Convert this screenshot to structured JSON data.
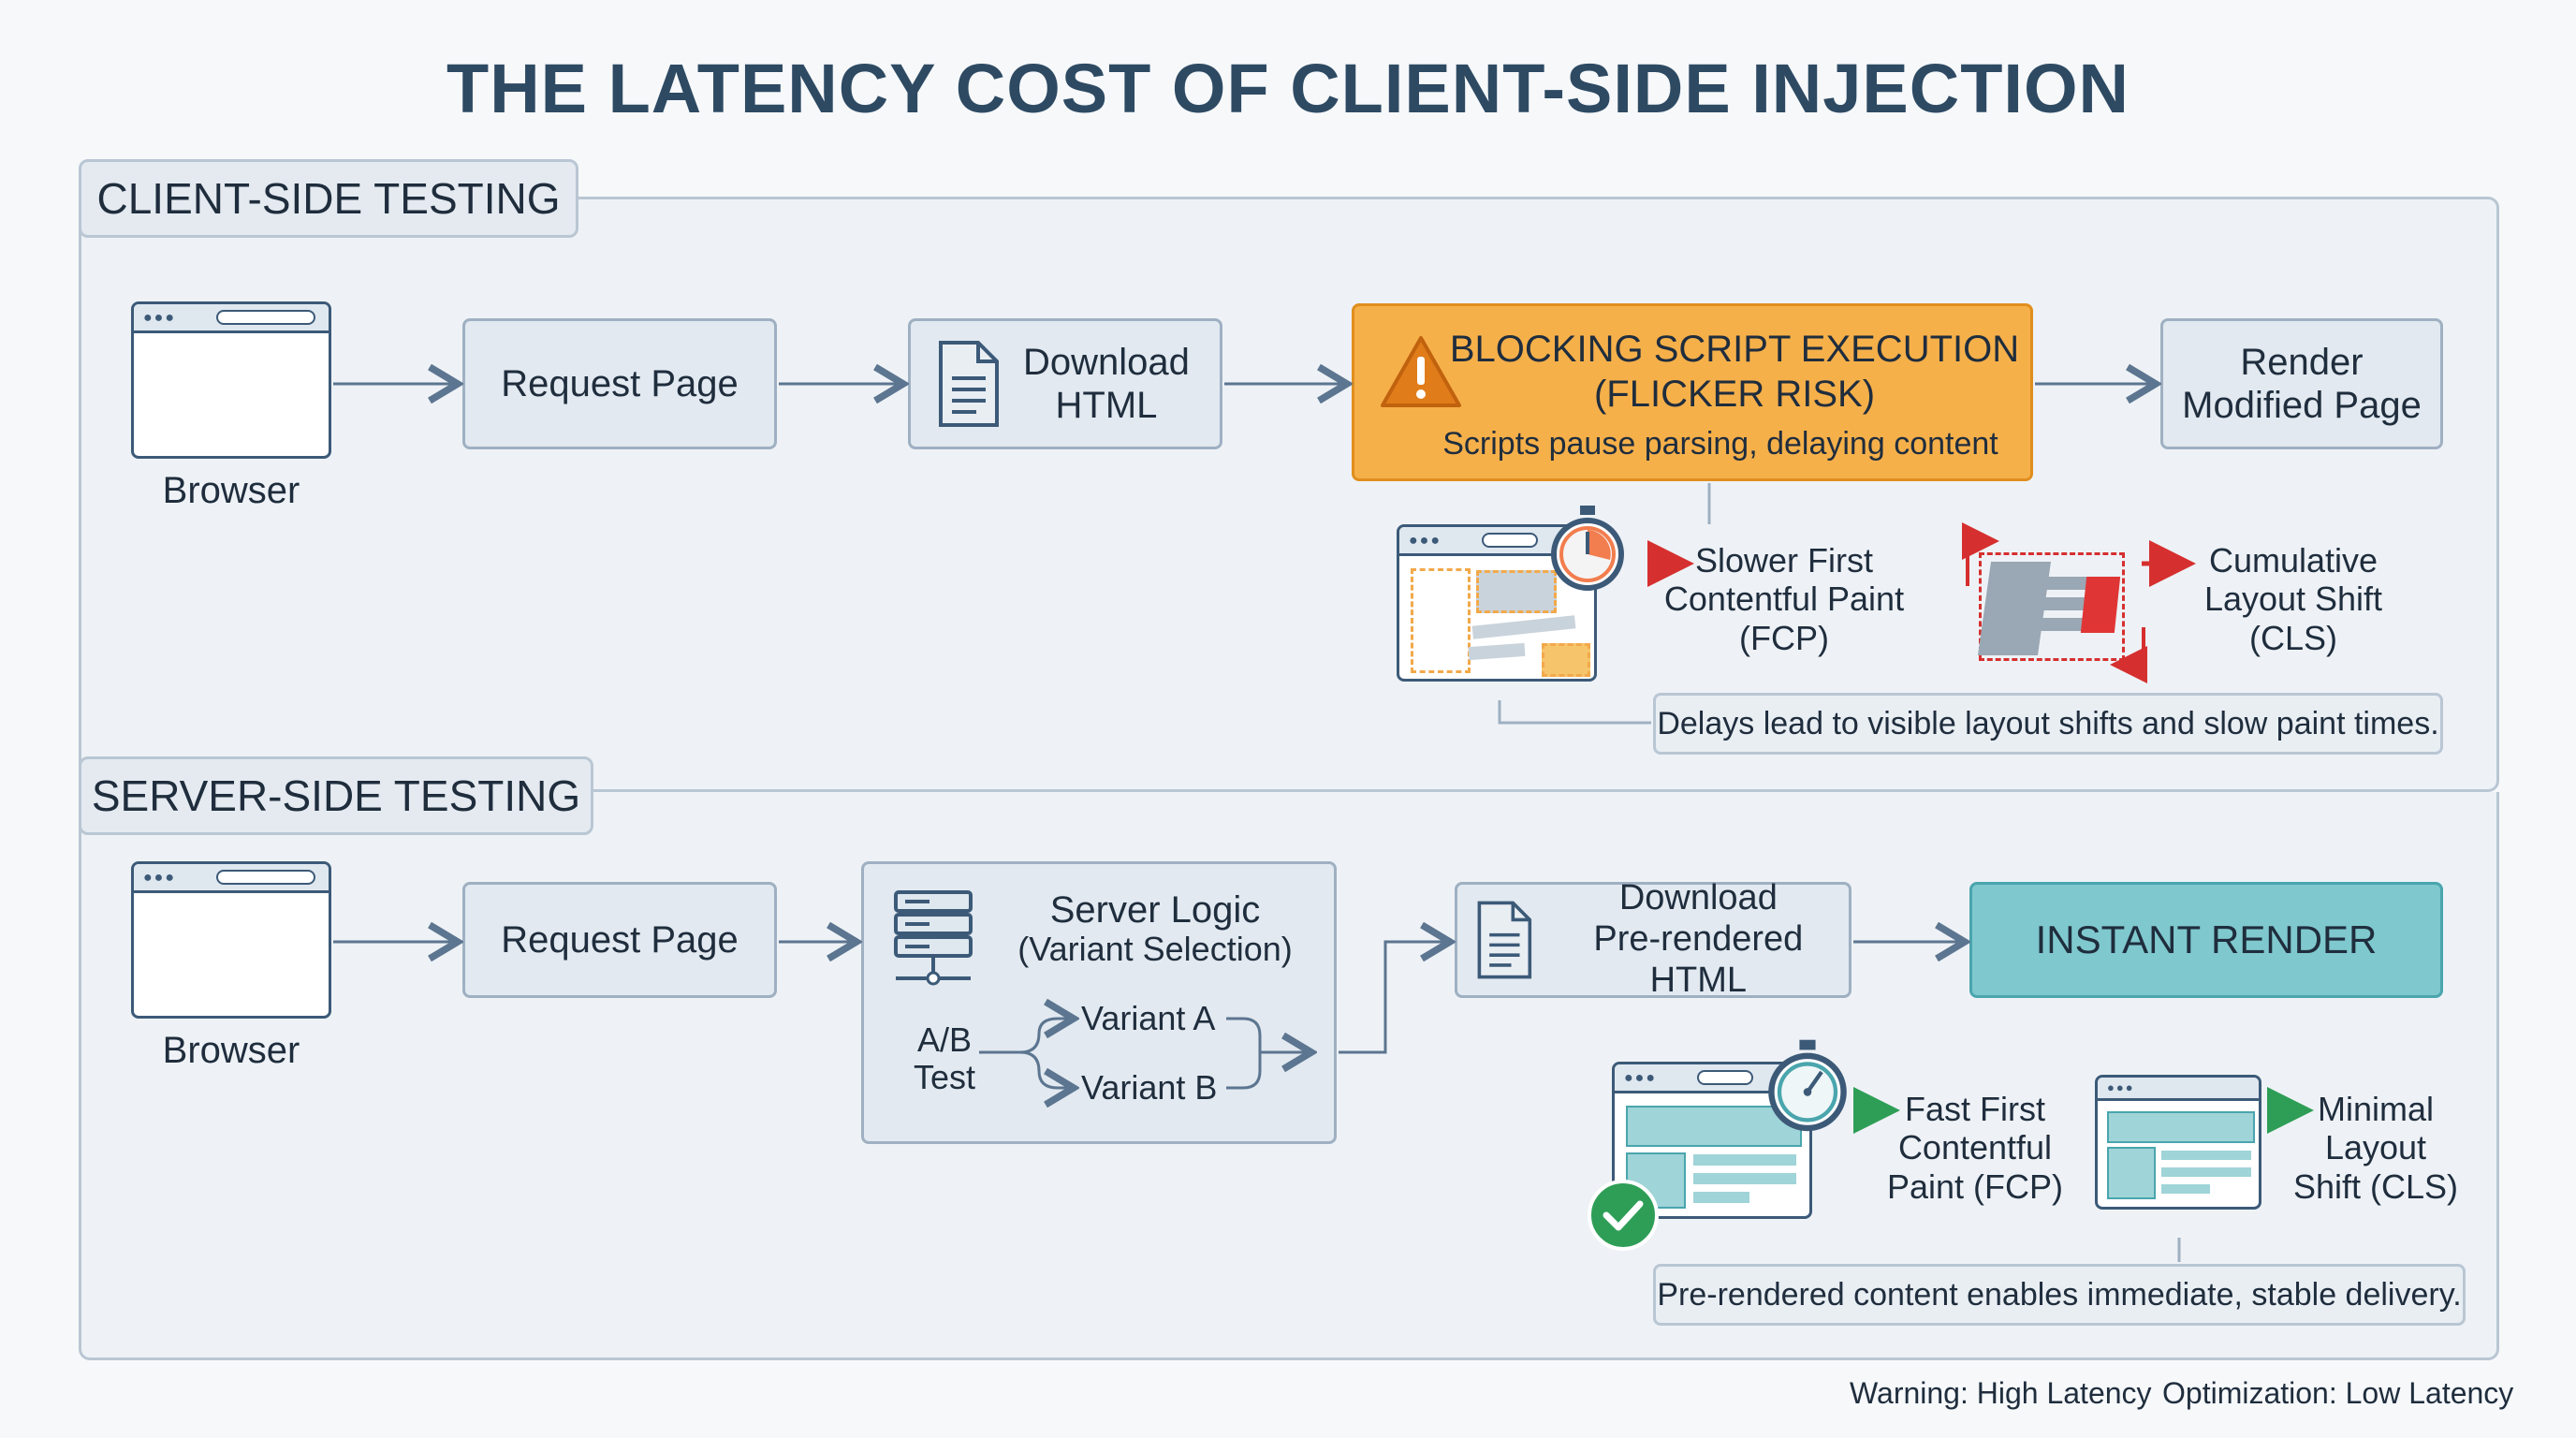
{
  "title": "THE LATENCY COST OF CLIENT-SIDE INJECTION",
  "client": {
    "section_label": "CLIENT-SIDE TESTING",
    "browser_label": "Browser",
    "request_page": "Request Page",
    "download_html": "Download\nHTML",
    "blocking_title": "BLOCKING SCRIPT EXECUTION\n(FLICKER RISK)",
    "blocking_sub": "Scripts pause parsing, delaying content",
    "render_modified": "Render\nModified Page",
    "fcp_label": "Slower First\nContentful Paint\n(FCP)",
    "cls_label": "Cumulative\nLayout Shift\n(CLS)",
    "note": "Delays lead to visible layout shifts and slow paint times."
  },
  "server": {
    "section_label": "SERVER-SIDE TESTING",
    "browser_label": "Browser",
    "request_page": "Request Page",
    "server_logic_title": "Server Logic",
    "server_logic_sub": "(Variant Selection)",
    "ab_test": "A/B\nTest",
    "variant_a": "Variant A",
    "variant_b": "Variant B",
    "download_prerendered": "Download\nPre-rendered HTML",
    "instant_render": "INSTANT RENDER",
    "fcp_label": "Fast First\nContentful\nPaint (FCP)",
    "cls_label": "Minimal\nLayout\nShift (CLS)",
    "note": "Pre-rendered content enables immediate, stable delivery."
  },
  "legend": {
    "warning": "Warning: High Latency",
    "optimization": "Optimization: Low Latency"
  },
  "colors": {
    "warning_fill": "#f6b04a",
    "instant_fill": "#7fc8ce",
    "bad_arrow": "#d62f2f",
    "good_arrow": "#2e9e57"
  },
  "icons": {
    "warning": "warning-triangle-icon",
    "document": "document-icon",
    "stopwatch": "stopwatch-icon",
    "server": "server-icon",
    "check": "check-circle-icon"
  }
}
